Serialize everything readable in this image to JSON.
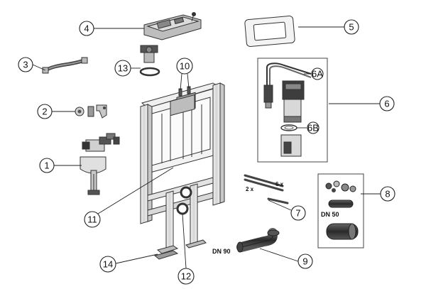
{
  "callouts": {
    "c1": "1",
    "c2": "2",
    "c3": "3",
    "c4": "4",
    "c5": "5",
    "c6": "6",
    "c6a": "6A",
    "c6b": "6B",
    "c7": "7",
    "c8": "8",
    "c9": "9",
    "c10": "10",
    "c11": "11",
    "c12": "12",
    "c13": "13",
    "c14": "14"
  },
  "labels": {
    "screws_qty": "6 x",
    "rods_qty": "2 x",
    "dn50": "DN 50",
    "dn90": "DN 90"
  },
  "colors": {
    "line": "#222222",
    "metal_light": "#e6e6e6",
    "metal_dark": "#9a9a9a",
    "pipe_dark": "#3a3a3a",
    "kit_box": "#444444"
  }
}
